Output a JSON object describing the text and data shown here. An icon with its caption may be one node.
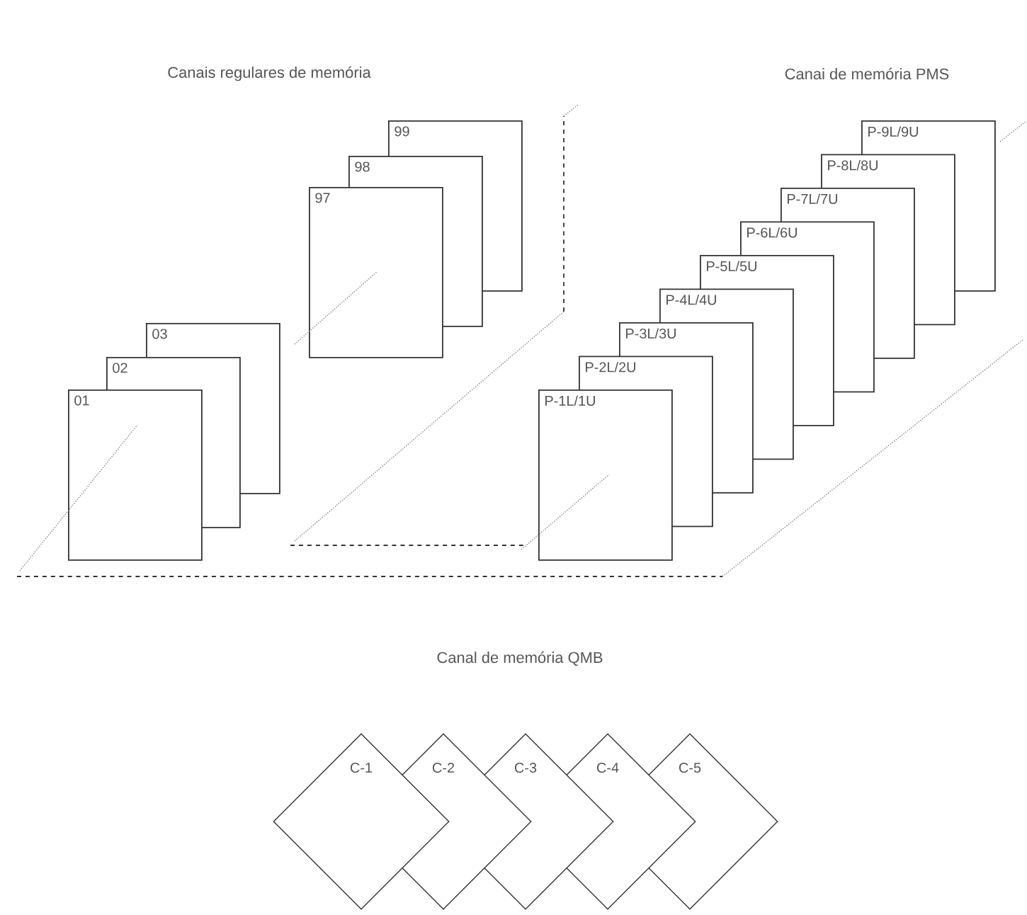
{
  "diagram": {
    "nodes": [
      {
        "text": [
          "01"
        ]
      },
      {
        "text": [
          "02"
        ]
      },
      {
        "text": [
          "03"
        ]
      },
      {
        "text": [
          "97"
        ]
      },
      {
        "text": [
          "98"
        ]
      },
      {
        "text": [
          "99"
        ]
      },
      {
        "text": [
          "P-1L/1U"
        ]
      },
      {
        "text": [
          "P-2L/2U"
        ]
      },
      {
        "text": [
          "P-3L/3U"
        ]
      },
      {
        "text": [
          "P-4L/4U"
        ]
      },
      {
        "text": [
          "P-5L/5U"
        ]
      },
      {
        "text": [
          "P-6L/6U"
        ]
      },
      {
        "text": [
          "P-7L/7U"
        ]
      },
      {
        "text": [
          "P-8L/8U"
        ]
      },
      {
        "text": [
          "P-9L/9U"
        ]
      },
      {
        "text": [
          "C-1"
        ]
      },
      {
        "text": [
          "C-2"
        ]
      },
      {
        "text": [
          "C-3"
        ]
      },
      {
        "text": [
          "C-4"
        ]
      },
      {
        "text": [
          "C-5"
        ]
      }
    ],
    "labels": [
      "Canais regulares de memória",
      "Canai de memória PMS",
      "Canal de memória QMB"
    ]
  }
}
